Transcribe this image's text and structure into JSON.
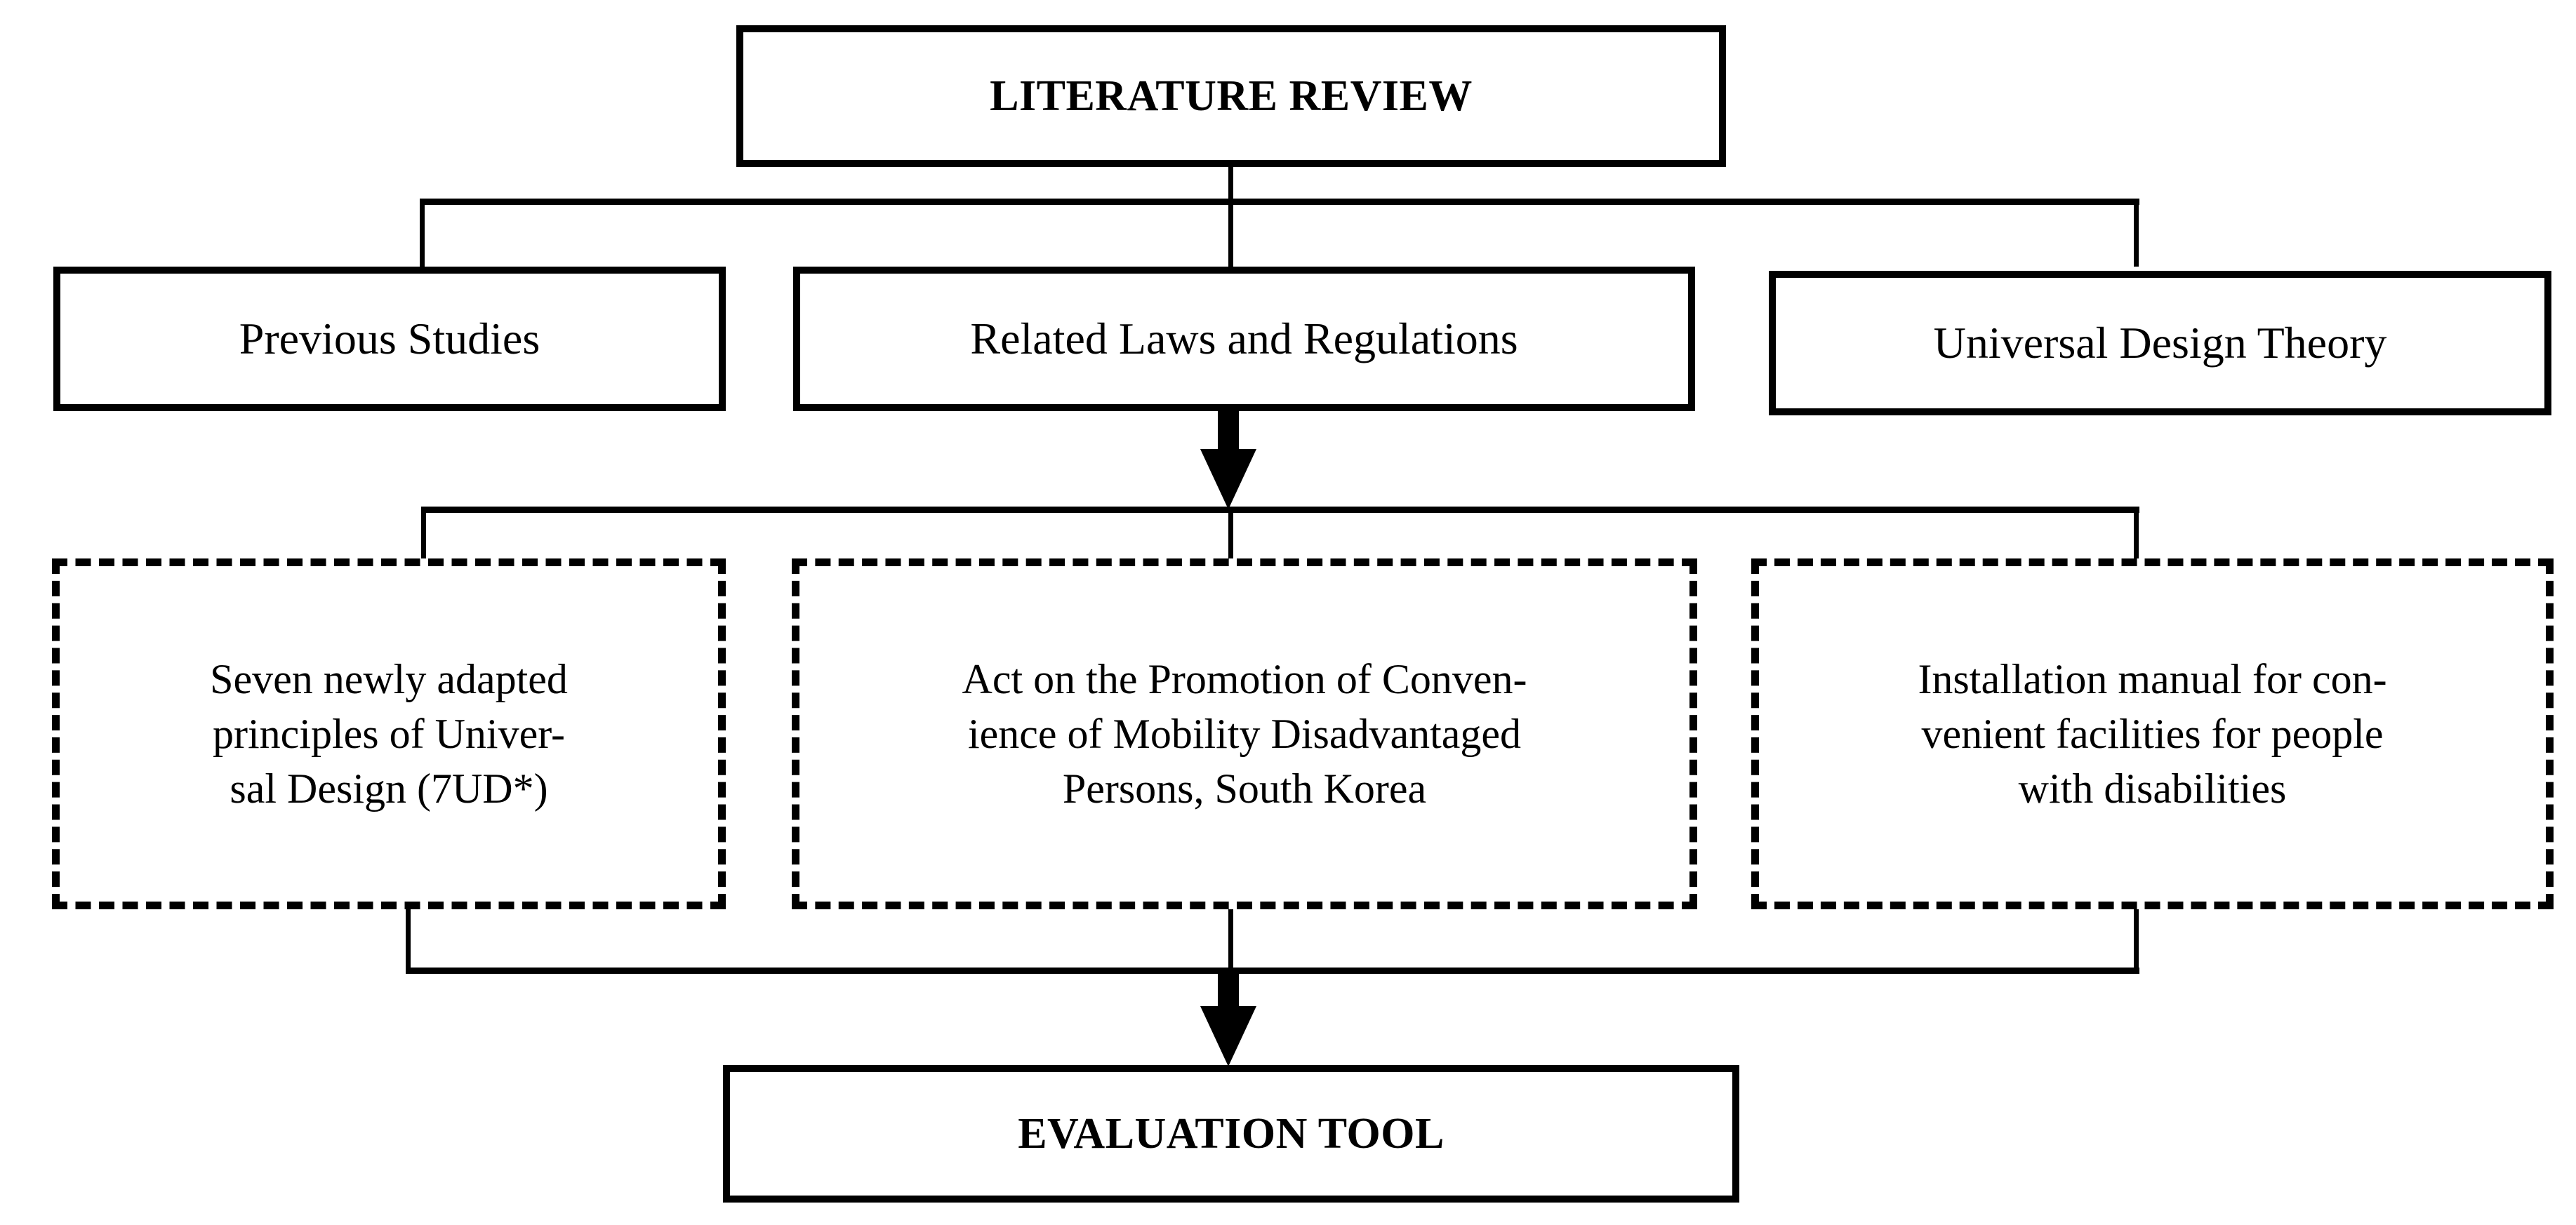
{
  "diagram": {
    "title": "Literature Review to Evaluation Tool Flowchart",
    "colors": {
      "stroke": "#000000",
      "background": "#ffffff",
      "text": "#000000"
    },
    "nodes": {
      "literature_review": "LITERATURE REVIEW",
      "previous_studies": "Previous Studies",
      "related_laws": "Related Laws and Regulations",
      "universal_design_theory": "Universal Design Theory",
      "seven_principles": "Seven newly adapted\nprinciples of Univer-\nsal Design (7UD*)",
      "act_promotion": "Act on the Promotion of Conven-\nience of Mobility Disadvantaged\nPersons, South Korea",
      "installation_manual": "Installation manual for con-\nvenient facilities for people\nwith disabilities",
      "evaluation_tool": "EVALUATION TOOL"
    },
    "connectors": {
      "trunk_top": "vertical-line-literature-review-to-bus-1",
      "bus_1": "horizontal-bus-row-1-to-row-2",
      "arrow_1": "down-arrow-related-laws-to-bus-2",
      "bus_2": "horizontal-bus-row-2-to-row-3",
      "bus_3": "horizontal-bus-row-3-to-evaluation",
      "arrow_2": "down-arrow-bus-3-to-evaluation-tool"
    }
  }
}
